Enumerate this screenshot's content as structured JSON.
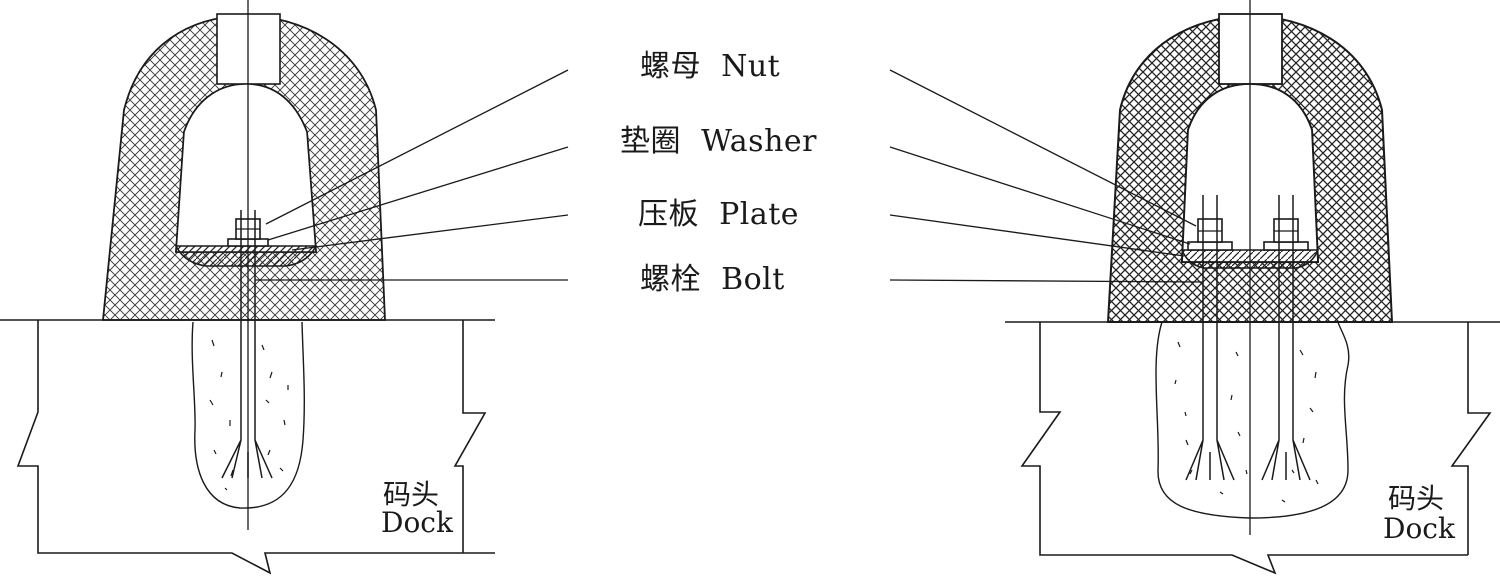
{
  "labels": {
    "nut": "螺母  Nut",
    "washer": "垫圈  Washer",
    "plate": "压板  Plate",
    "bolt": "螺栓  Bolt"
  },
  "dock": {
    "zh": "码头",
    "en": "Dock"
  },
  "colors": {
    "line": "#1a1a1a",
    "hatch": "#333333",
    "background": "#ffffff"
  }
}
